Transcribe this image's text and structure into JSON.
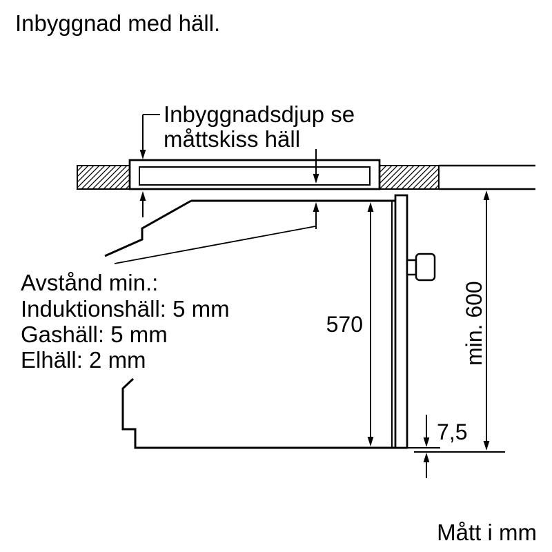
{
  "page": {
    "title": "Inbyggnad med häll.",
    "units_note": "Mått i mm"
  },
  "callouts": {
    "hob_depth": {
      "line1": "Inbyggnadsdjup se",
      "line2": "måttskiss häll"
    },
    "clearance": {
      "heading": "Avstånd min.:",
      "items": [
        "Induktionshäll: 5 mm",
        "Gashäll: 5 mm",
        "Elhäll: 2 mm"
      ]
    }
  },
  "dimensions": {
    "cavity_height_mm": "570",
    "niche_height_min": "min. 600",
    "bottom_gap_mm": "7,5"
  },
  "colors": {
    "line": "#000000",
    "background": "#ffffff"
  }
}
